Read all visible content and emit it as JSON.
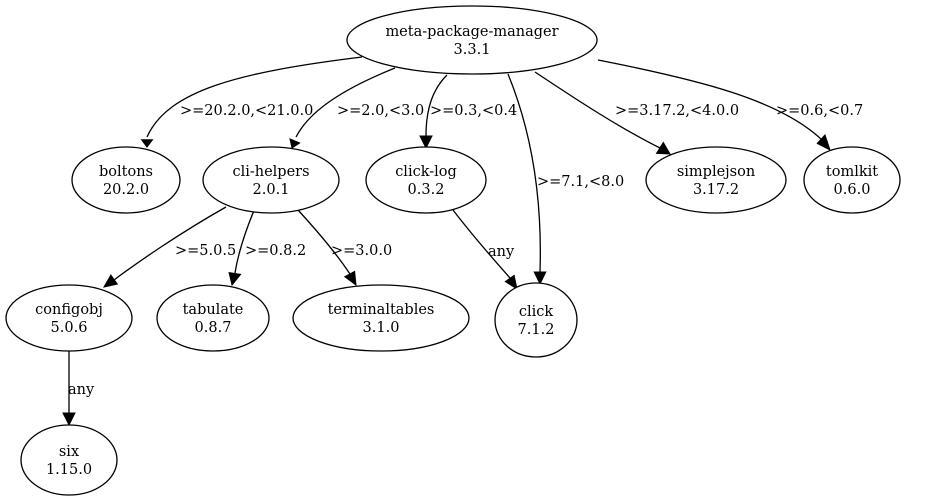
{
  "graph": {
    "nodes": [
      {
        "id": "meta",
        "name": "meta-package-manager",
        "version": "3.3.1"
      },
      {
        "id": "boltons",
        "name": "boltons",
        "version": "20.2.0"
      },
      {
        "id": "cli_helpers",
        "name": "cli-helpers",
        "version": "2.0.1"
      },
      {
        "id": "click_log",
        "name": "click-log",
        "version": "0.3.2"
      },
      {
        "id": "simplejson",
        "name": "simplejson",
        "version": "3.17.2"
      },
      {
        "id": "tomlkit",
        "name": "tomlkit",
        "version": "0.6.0"
      },
      {
        "id": "configobj",
        "name": "configobj",
        "version": "5.0.6"
      },
      {
        "id": "tabulate",
        "name": "tabulate",
        "version": "0.8.7"
      },
      {
        "id": "terminaltables",
        "name": "terminaltables",
        "version": "3.1.0"
      },
      {
        "id": "click",
        "name": "click",
        "version": "7.1.2"
      },
      {
        "id": "six",
        "name": "six",
        "version": "1.15.0"
      }
    ],
    "edges": [
      {
        "id": "meta-boltons",
        "from": "meta",
        "to": "boltons",
        "label": ">=20.2.0,<21.0.0"
      },
      {
        "id": "meta-cli_helpers",
        "from": "meta",
        "to": "cli_helpers",
        "label": ">=2.0,<3.0"
      },
      {
        "id": "meta-click_log",
        "from": "meta",
        "to": "click_log",
        "label": ">=0.3,<0.4"
      },
      {
        "id": "meta-click",
        "from": "meta",
        "to": "click",
        "label": ">=7.1,<8.0"
      },
      {
        "id": "meta-simplejson",
        "from": "meta",
        "to": "simplejson",
        "label": ">=3.17.2,<4.0.0"
      },
      {
        "id": "meta-tomlkit",
        "from": "meta",
        "to": "tomlkit",
        "label": ">=0.6,<0.7"
      },
      {
        "id": "cli_helpers-configobj",
        "from": "cli_helpers",
        "to": "configobj",
        "label": ">=5.0.5"
      },
      {
        "id": "cli_helpers-tabulate",
        "from": "cli_helpers",
        "to": "tabulate",
        "label": ">=0.8.2"
      },
      {
        "id": "cli_helpers-terminaltables",
        "from": "cli_helpers",
        "to": "terminaltables",
        "label": ">=3.0.0"
      },
      {
        "id": "click_log-click",
        "from": "click_log",
        "to": "click",
        "label": "any"
      },
      {
        "id": "configobj-six",
        "from": "configobj",
        "to": "six",
        "label": "any"
      }
    ]
  }
}
